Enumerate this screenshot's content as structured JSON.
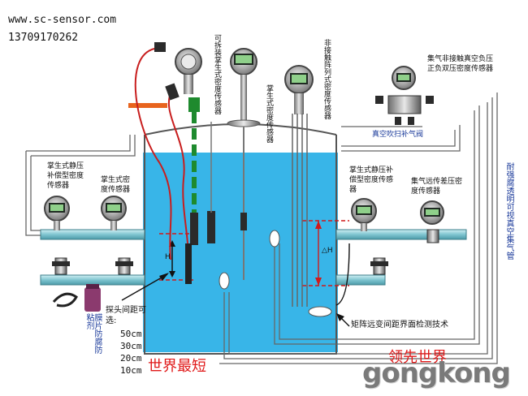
{
  "header": {
    "url": "www.sc-sensor.com",
    "phone": "13709170262"
  },
  "labels": {
    "detachable_capacitive": "可拆装掌生式密度传感器",
    "capacitive_mid": "掌生式密度传感器",
    "non_contact_array": "非接触阵列式密度传感器",
    "static_comp_left": "掌生式静压补偿型密度传感器",
    "capacitive_left": "掌生式密度传感器",
    "static_comp_right": "掌生式静压补偿型密度传感器",
    "diff_pressure": "集气远传差压密度传感器",
    "vacuum_gauge": "集气非接触真空负压正负双压密度传感器",
    "vacuum_valve": "真空吹扫补气阀",
    "anticorrosion_tube": "耐强腐透明可视真空集气管",
    "membrane": "膜片防腐防粘剂",
    "probe_spacing": "探头间距可选:",
    "spacings": [
      "50cm",
      "30cm",
      "20cm",
      "10cm"
    ],
    "shortest": "世界最短",
    "leading": "领先世界",
    "matrix_tech": "矩阵远变间距界面检测技术",
    "h_left": "H",
    "h_right": "△H"
  },
  "watermark": "gongkong",
  "colors": {
    "water": "#33b3e6",
    "tube_outline": "#5a5a5a",
    "red_cable": "#cc1f1f",
    "green_probe": "#1e8a2e",
    "orange_flange": "#e8641e",
    "pipe_teal": "#8fcfd8"
  }
}
